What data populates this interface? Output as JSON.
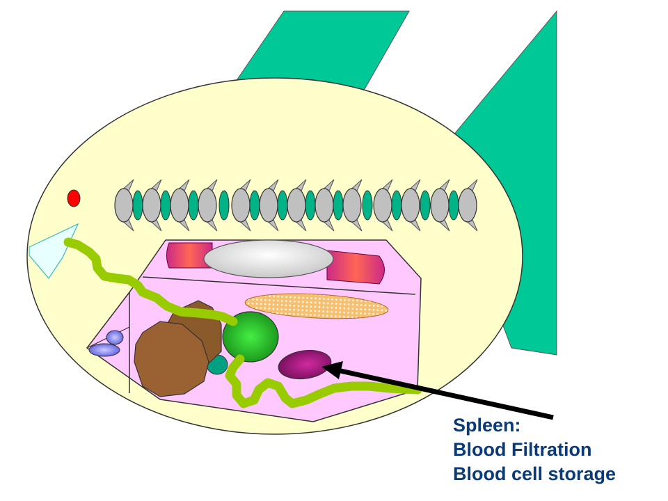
{
  "annotation": {
    "title": "Spleen:",
    "lines": [
      "Blood Filtration",
      "Blood cell storage"
    ]
  },
  "colors": {
    "fin": "#00c896",
    "body": "#ffffcc",
    "cavity": "#ffc8ff",
    "vertebra": "#c0c0c0",
    "disc": "#00b488",
    "gut": "#99cc00",
    "liver": "#8b5a2b",
    "kidney": "#ff4477",
    "swim_bladder": "#e6e6e6",
    "gonad": "#f5b060",
    "stomach": "#22bb22",
    "spleen": "#a0207a",
    "gallbladder": "#00a080",
    "heart": "#7777ee",
    "eye": "#ff0000",
    "caption": "#0a3a78"
  }
}
